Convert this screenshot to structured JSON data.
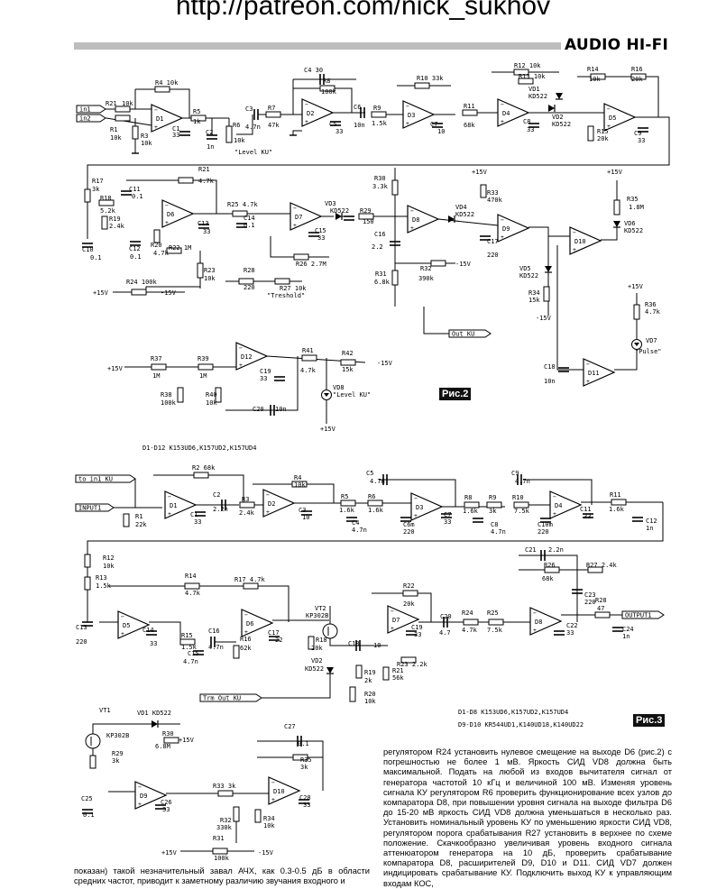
{
  "header": {
    "url": "http://patreon.com/nick_sukhov",
    "brand": "AUDIO HI-FI"
  },
  "fig2": {
    "badge": "Рис.2",
    "parts_list": "D1-D12 K153UD6,K157UD2,K157UD4",
    "opamps": [
      "D1",
      "D2",
      "D3",
      "D4",
      "D5",
      "D6",
      "D7",
      "D8",
      "D9",
      "D10",
      "D11",
      "D12"
    ],
    "labels": {
      "in1": "in1",
      "in2": "in2",
      "r21": "R21",
      "r210k": "10k",
      "r1": "R1",
      "r1v": "10k",
      "r3": "R3",
      "r3v": "10k",
      "r4": "R4 10k",
      "r5": "R5",
      "r5v": "1k",
      "c1": "C1",
      "c1v": "33",
      "c2": "C2",
      "c2v": "1n",
      "r6": "R6",
      "r6v": "10k",
      "levelku": "\"Level KU\"",
      "c3": "C3",
      "c3v": "4.7n",
      "r7": "R7",
      "r7v": "47k",
      "c4": "C4 30",
      "r8": "R8",
      "r8v": "100k",
      "c5": "C5",
      "c5v": "33",
      "c6": "C6",
      "c6v": "10n",
      "r9": "R9",
      "r9v": "1.5k",
      "r10": "R10 33k",
      "c7": "C7",
      "c7v": "10",
      "r11": "R11",
      "r11v": "68k",
      "r12": "R12 10k",
      "r13": "R13 10k",
      "vd1": "VD1",
      "vd1v": "KD522",
      "c8": "C8",
      "c8v": "33",
      "vd2": "VD2",
      "vd2v": "KD522",
      "r14": "R14",
      "r14v": "10k",
      "r16": "R16",
      "r16v": "20k",
      "r15": "R15",
      "r15v": "20k",
      "c9": "C9",
      "c9v": "33",
      "r17": "R17",
      "r17v": "3k",
      "r18": "R18",
      "r18v": "5.2k",
      "r19": "R19",
      "r19v": "2.4k",
      "c10": "C10",
      "c10v": "0.1",
      "c11": "C11",
      "c11v": "0.1",
      "c12": "C12",
      "c12v": "0.1",
      "r20": "R20",
      "r20v": "4.7k",
      "r21b": "R21",
      "r21bv": "4.7k",
      "r22": "R22 1M",
      "c13": "C13",
      "c13v": "33",
      "r23": "R23",
      "r23v": "10k",
      "r24": "R24 100k",
      "p15a": "+15V",
      "m15a": "-15V",
      "r25": "R25 4.7k",
      "c14": "C14",
      "c14v": "0.1",
      "vd3": "VD3",
      "vd3v": "KD522",
      "c15": "C15",
      "c15v": "33",
      "r26": "R26 2.7M",
      "r27": "R27 10k",
      "tresh": "\"Treshold\"",
      "r28": "R28",
      "r28v": "220",
      "r29": "R29",
      "r29v": "150",
      "r30": "R30",
      "r30v": "3.3k",
      "c16": "C16",
      "c16v": "2.2",
      "r31": "R31",
      "r31v": "6.8k",
      "r32": "R32",
      "r32v": "390k",
      "m15b": "-15V",
      "p15b": "+15V",
      "vd4": "VD4",
      "vd4v": "KD522",
      "r33": "R33",
      "r33v": "470k",
      "c17": "C17",
      "c17v": "220",
      "vd5": "VD5",
      "vd5v": "KD522",
      "r34": "R34",
      "r34v": "15k",
      "m15c": "-15V",
      "outku": "Out KU",
      "p15c": "+15V",
      "r35": "R35",
      "r35v": "1.8M",
      "vd6": "VD6",
      "vd6v": "KD522",
      "p15d": "+15V",
      "r36": "R36",
      "r36v": "4.7k",
      "vd7": "VD7",
      "pulse": "\"Pulse\"",
      "c18": "C18",
      "c18v": "10n",
      "p15e": "+15V",
      "r37": "R37",
      "r37v": "1M",
      "r39": "R39",
      "r39v": "1M",
      "r38": "R38",
      "r38v": "100k",
      "r40": "R40",
      "r40v": "10k",
      "c19": "C19",
      "c19v": "33",
      "r41": "R41",
      "r41v": "4.7k",
      "r42": "R42",
      "r42v": "15k",
      "m15d": "-15V",
      "vd8": "VD8",
      "vd8lvl": "\"Level KU\"",
      "c20": "C20",
      "c20v": "10n",
      "p15f": "+15V"
    }
  },
  "fig3": {
    "badge": "Рис.3",
    "parts_list_1": "D1-D8  K153UD6,K157UD2,K157UD4",
    "parts_list_2": "D9-D10 KR544UD1,K140UD18,K140UD22",
    "opamps": [
      "D1",
      "D2",
      "D3",
      "D4",
      "D5",
      "D6",
      "D7",
      "D8",
      "D9",
      "D10"
    ],
    "labels": {
      "toin1": "to in1 KU",
      "input1": "INPUT1",
      "r1": "R1",
      "r1v": "22k",
      "r2": "R2 68k",
      "c1": "C1",
      "c1v": "33",
      "c2": "C2",
      "c2v": "2.2n",
      "r3": "R3",
      "r3v": "2.4k",
      "r4": "R4",
      "r4v": "10k",
      "c3": "C3",
      "c3v": "10",
      "r5": "R5",
      "r5v": "1.6k",
      "r6": "R6",
      "r6v": "1.6k",
      "r7": "R7",
      "r7v": "7.5k",
      "c4": "C4",
      "c4v": "4.7n",
      "c5": "C5",
      "c5v": "4.7n",
      "c6": "C6m",
      "c6v": "220",
      "c7": "C7",
      "c7v": "33",
      "r8": "R8",
      "r8v": "1.6k",
      "r9": "R9",
      "r9v": "3k",
      "r10": "R10",
      "r10v": "7.5k",
      "c8": "C8",
      "c8v": "4.7n",
      "c9": "C9",
      "c9v": "4.7n",
      "c10": "C10m",
      "c10v": "220",
      "c11": "C11",
      "c11v": "33",
      "r11": "R11",
      "r11v": "1.6k",
      "c12": "C12",
      "c12v": "1n",
      "r12": "R12",
      "r12v": "10k",
      "r13": "R13",
      "r13v": "1.5k",
      "c13": "C13",
      "c13v": "220",
      "r14": "R14",
      "r14v": "4.7k",
      "c14": "C14",
      "c14v": "33",
      "r15": "R15",
      "r15v": "1.5k",
      "c15": "C15",
      "c15v": "4.7n",
      "c16": "C16",
      "c16v": "4.7n",
      "r16": "R16",
      "r16v": "62k",
      "r17": "R17 4.7k",
      "c17": "C17",
      "c17v": "22",
      "vt2": "VT2",
      "vt2v": "KP302B",
      "r18": "R18",
      "r18v": "20k",
      "vd2": "VD2",
      "vd2v": "KD522",
      "c18": "C18",
      "c18v": "10",
      "r19": "R19",
      "r19v": "2k",
      "r20": "R20",
      "r20v": "10k",
      "r21": "R21",
      "r21v": "56k",
      "r22": "R22",
      "r22v": "20k",
      "c19": "C19",
      "c19v": "33",
      "r23": "R23 2.2k",
      "c20": "C20",
      "c20v": "4.7",
      "r24": "R24",
      "r24v": "4.7k",
      "r25": "R25",
      "r25v": "7.5k",
      "c21": "C21",
      "c21v": "2.2n",
      "r26": "R26",
      "r26v": "68k",
      "r27": "R27 2.4k",
      "c23": "C23",
      "c23v": "220",
      "c22": "C22",
      "c22v": "33",
      "r28": "R28",
      "r28v": "47",
      "c24": "C24",
      "c24v": "1n",
      "output1": "OUTPUT1",
      "trmout": "Trm Out KU",
      "vt1": "VT1",
      "vt1v": "KP302B",
      "vd1": "VD1 KD522",
      "r30": "R30",
      "r30v": "6.8M",
      "p15a": "+15V",
      "r29": "R29",
      "r29v": "3k",
      "c25": "C25",
      "c25v": "0.1",
      "c26": "C26",
      "c26v": "33",
      "r33": "R33 3k",
      "c27": "C27",
      "c27v": "0.1",
      "r35": "R35",
      "r35v": "3k",
      "c28": "C28",
      "c28v": "33",
      "r32": "R32",
      "r32v": "330k",
      "r34": "R34",
      "r34v": "10k",
      "r31": "R31",
      "r31v": "100k",
      "p15b": "+15V",
      "m15b": "-15V"
    }
  },
  "article": {
    "left_text": "показан) такой незначительный завал АЧХ, как 0.3-0.5 дБ в области средних частот, приводит к заметному различию звучания входного и",
    "right_text": "регулятором R24 установить нулевое смещение на выходе D6 (рис.2) с погрешностью не более 1 мВ. Яркость СИД VD8 должна быть максимальной. Подать на любой из входов вычитателя сигнал от генератора частотой 10 кГц и величиной 100 мВ. Изменяя уровень сигнала КУ регулятором R6 проверить функционирование всех узлов до компаратора D8, при повышении уровня сигнала на выходе фильтра D6 до 15-20 мВ яркость СИД VD8 должна уменьшаться в несколько раз. Установить номинальный уровень КУ по уменьшению яркости СИД VD8, регулятором порога срабатывания R27 установить в верхнее по схеме положение. Скачкообразно увеличивая уровень входного сигнала аттенюатором генератора на 10 дБ, проверить срабатывание компаратора D8, расширителей D9, D10 и D11. СИД VD7 должен индицировать срабатывание КУ. Подключить выход КУ к управляющим входам КОС,"
  }
}
